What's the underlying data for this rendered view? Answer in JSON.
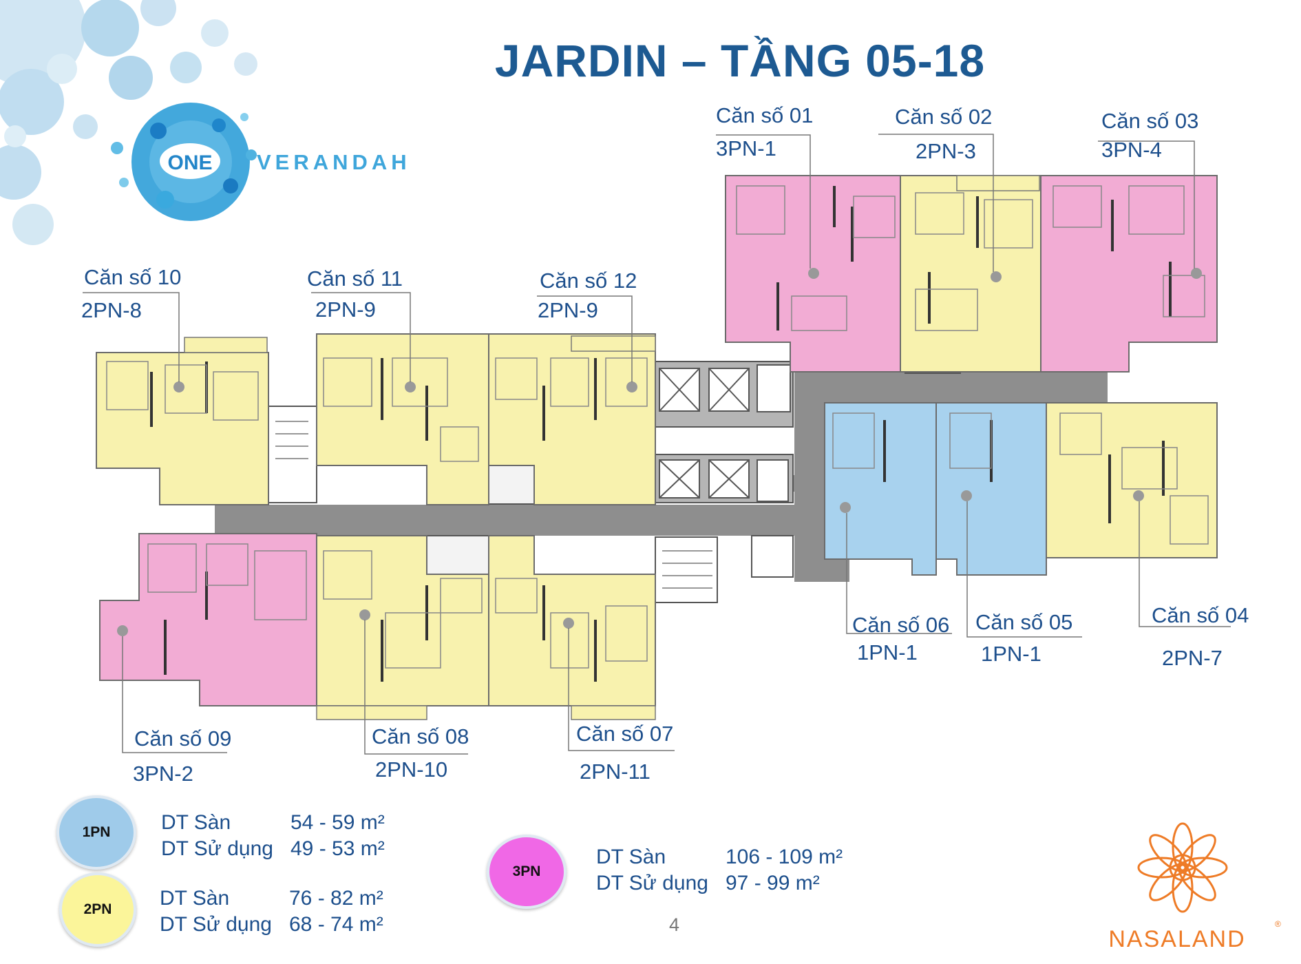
{
  "title": "JARDIN – TẦNG 05-18",
  "brand": {
    "logo_word_one": "ONE",
    "logo_word_verandah": "VERANDAH",
    "developer": "NASALAND",
    "registered_mark": "®"
  },
  "units": [
    {
      "name": "Căn số 01",
      "type": "3PN-1",
      "category": "3PN"
    },
    {
      "name": "Căn số 02",
      "type": "2PN-3",
      "category": "2PN"
    },
    {
      "name": "Căn số 03",
      "type": "3PN-4",
      "category": "3PN"
    },
    {
      "name": "Căn số 04",
      "type": "2PN-7",
      "category": "2PN"
    },
    {
      "name": "Căn số 05",
      "type": "1PN-1",
      "category": "1PN"
    },
    {
      "name": "Căn số 06",
      "type": "1PN-1",
      "category": "1PN"
    },
    {
      "name": "Căn số 07",
      "type": "2PN-11",
      "category": "2PN"
    },
    {
      "name": "Căn số 08",
      "type": "2PN-10",
      "category": "2PN"
    },
    {
      "name": "Căn số 09",
      "type": "3PN-2",
      "category": "3PN"
    },
    {
      "name": "Căn số 10",
      "type": "2PN-8",
      "category": "2PN"
    },
    {
      "name": "Căn số 11",
      "type": "2PN-9",
      "category": "2PN"
    },
    {
      "name": "Căn số 12",
      "type": "2PN-9",
      "category": "2PN"
    }
  ],
  "legend": [
    {
      "badge": "1PN",
      "color": "#9fcbea",
      "floor_label": "DT Sàn",
      "floor_area": "54 - 59 m²",
      "usable_label": "DT Sử dụng",
      "usable_area": "49 - 53 m²"
    },
    {
      "badge": "2PN",
      "color": "#fbf59a",
      "floor_label": "DT Sàn",
      "floor_area": "76 - 82 m²",
      "usable_label": "DT Sử dụng",
      "usable_area": "68 - 74 m²"
    },
    {
      "badge": "3PN",
      "color": "#f068e6",
      "floor_label": "DT Sàn",
      "floor_area": "106 - 109 m²",
      "usable_label": "DT Sử dụng",
      "usable_area": "97 - 99 m²"
    }
  ],
  "colors": {
    "one_bedroom": "#a8d2ee",
    "two_bedroom": "#f8f2ae",
    "three_bedroom": "#f2acd4",
    "corridor": "#8e8e8e",
    "title": "#1d5a92",
    "nasaland": "#ee7b26"
  },
  "page_number": "4"
}
